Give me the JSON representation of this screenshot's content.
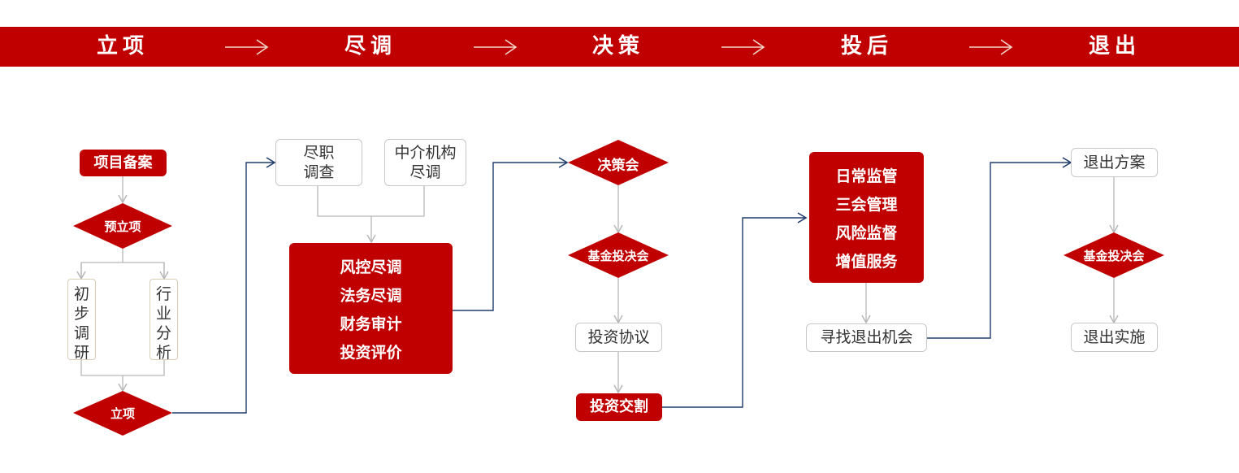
{
  "header": {
    "stages": [
      "立项",
      "尽调",
      "决策",
      "投后",
      "退出"
    ]
  },
  "stage1": {
    "record": "项目备案",
    "pre_approval": "预立项",
    "research": [
      "初",
      "步",
      "调",
      "研"
    ],
    "industry": [
      "行",
      "业",
      "分",
      "析"
    ],
    "approval": "立项"
  },
  "stage2": {
    "dd_survey": [
      "尽职",
      "调查"
    ],
    "agency_dd": [
      "中介机构",
      "尽调"
    ],
    "items": [
      "风控尽调",
      "法务尽调",
      "财务审计",
      "投资评价"
    ]
  },
  "stage3": {
    "committee": "决策会",
    "fund_committee": "基金投决会",
    "agreement": "投资协议",
    "closing": "投资交割"
  },
  "stage4": {
    "items": [
      "日常监管",
      "三会管理",
      "风险监督",
      "增值服务"
    ],
    "seek_exit": "寻找退出机会"
  },
  "stage5": {
    "plan": "退出方案",
    "fund_committee": "基金投决会",
    "execute": "退出实施"
  },
  "colors": {
    "brand_red": "#c00000",
    "connector_gray": "#b7b7b7",
    "connector_navy": "#1f3d6b",
    "header_arrow": "#f2d6c9"
  }
}
